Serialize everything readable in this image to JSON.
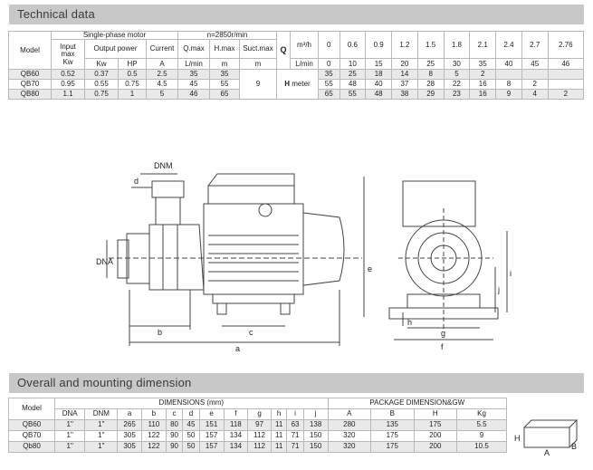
{
  "tech": {
    "title": "Technical data",
    "model": "Model",
    "motor_group": "Single-phase motor",
    "n_group": "n=2850r/min",
    "input": "Input\nmax\nKw",
    "output_power": "Output power",
    "current": "Current",
    "qmax": "Q.max",
    "hmax": "H.max",
    "suct": "Suct.max",
    "kw": "Kw",
    "hp": "HP",
    "a": "A",
    "lmin": "L/min",
    "m": "m",
    "q_label": "Q",
    "h_label": "H",
    "m3h": "m³/h",
    "lmin2": "L/min",
    "meter": " meter",
    "suct_val": "9",
    "q_m3h": [
      "0",
      "0.6",
      "0.9",
      "1.2",
      "1.5",
      "1.8",
      "2.1",
      "2.4",
      "2.7",
      "2.76"
    ],
    "q_lmin": [
      "0",
      "10",
      "15",
      "20",
      "25",
      "30",
      "35",
      "40",
      "45",
      "46"
    ],
    "rows": [
      {
        "model": "QB60",
        "input": "0.52",
        "kw": "0.37",
        "hp": "0.5",
        "current": "2.5",
        "qmax": "35",
        "hmax": "35",
        "h": [
          "35",
          "25",
          "18",
          "14",
          "8",
          "5",
          "2",
          "",
          "",
          ""
        ]
      },
      {
        "model": "QB70",
        "input": "0.95",
        "kw": "0.55",
        "hp": "0.75",
        "current": "4.5",
        "qmax": "45",
        "hmax": "55",
        "h": [
          "55",
          "48",
          "40",
          "37",
          "28",
          "22",
          "16",
          "8",
          "2",
          ""
        ]
      },
      {
        "model": "QB80",
        "input": "1.1",
        "kw": "0.75",
        "hp": "1",
        "current": "5",
        "qmax": "46",
        "hmax": "65",
        "h": [
          "65",
          "55",
          "48",
          "38",
          "29",
          "23",
          "16",
          "9",
          "4",
          "2"
        ]
      }
    ]
  },
  "drawing": {
    "dnm": "DNM",
    "d": "d",
    "dna": "DNA",
    "e": "e",
    "b": "b",
    "c": "c",
    "a": "a",
    "i": "i",
    "j": "j",
    "h": "h",
    "g": "g",
    "f": "f"
  },
  "dims": {
    "title": "Overall and mounting dimension",
    "model": "Model",
    "dim_group": "DIMENSIONS (mm)",
    "pkg_group": "PACKAGE DIMENSION&GW",
    "cols": [
      "DNA",
      "DNM",
      "a",
      "b",
      "c",
      "d",
      "e",
      "f",
      "g",
      "h",
      "i",
      "j"
    ],
    "pkg_cols": [
      "A",
      "B",
      "H",
      "Kg"
    ],
    "rows": [
      {
        "model": "QB60",
        "v": [
          "1\"",
          "1\"",
          "265",
          "110",
          "80",
          "45",
          "151",
          "118",
          "97",
          "11",
          "63",
          "138"
        ],
        "p": [
          "280",
          "135",
          "175",
          "5.5"
        ]
      },
      {
        "model": "QB70",
        "v": [
          "1\"",
          "1\"",
          "305",
          "122",
          "90",
          "50",
          "157",
          "134",
          "112",
          "11",
          "71",
          "150"
        ],
        "p": [
          "320",
          "175",
          "200",
          "9"
        ]
      },
      {
        "model": "Qb80",
        "v": [
          "1\"",
          "1\"",
          "305",
          "122",
          "90",
          "50",
          "157",
          "134",
          "112",
          "11",
          "71",
          "150"
        ],
        "p": [
          "320",
          "175",
          "200",
          "10.5"
        ]
      }
    ],
    "box_h": "H",
    "box_a": "A",
    "box_b": "B"
  }
}
